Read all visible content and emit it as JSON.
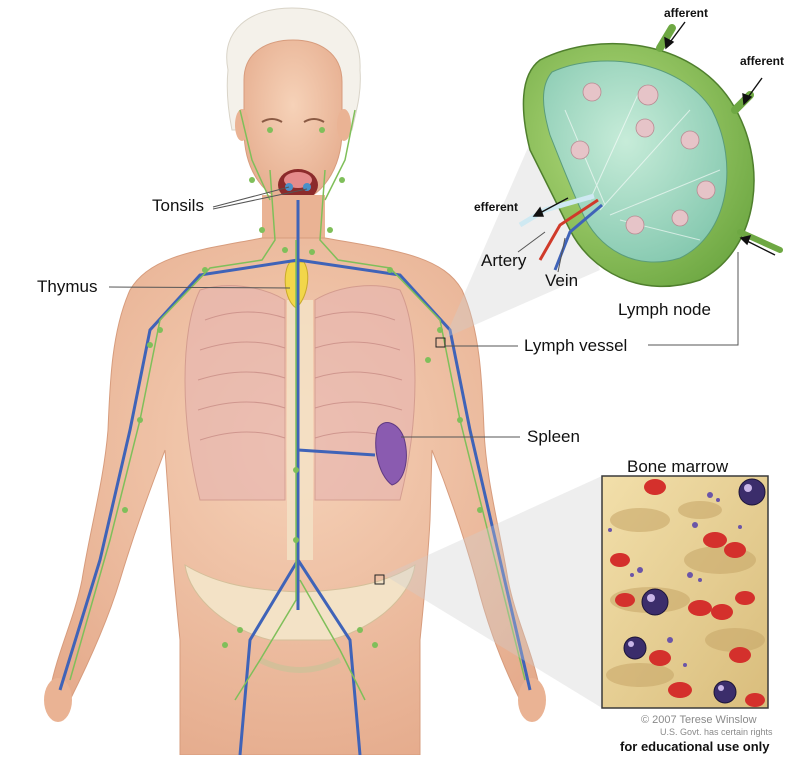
{
  "labels": {
    "tonsils": "Tonsils",
    "thymus": "Thymus",
    "spleen": "Spleen",
    "lymph_vessel": "Lymph vessel",
    "lymph_node": "Lymph node",
    "artery": "Artery",
    "vein": "Vein",
    "afferent_top": "afferent",
    "afferent_right": "afferent",
    "efferent": "efferent",
    "bone_marrow": "Bone marrow"
  },
  "credits": {
    "copyright": "© 2007 Terese Winslow",
    "rights": "U.S. Govt. has certain rights",
    "educational": "for educational use only"
  },
  "colors": {
    "skin": "#f1c4a6",
    "lymph_green": "#7fbf5a",
    "vessel_blue": "#3f63b8",
    "artery_red": "#d03a2a",
    "spleen_purple": "#8a5bb0",
    "thymus_yellow": "#f2d64a",
    "marrow_bone": "#ecd7a0",
    "rbc_red": "#d4302c"
  }
}
